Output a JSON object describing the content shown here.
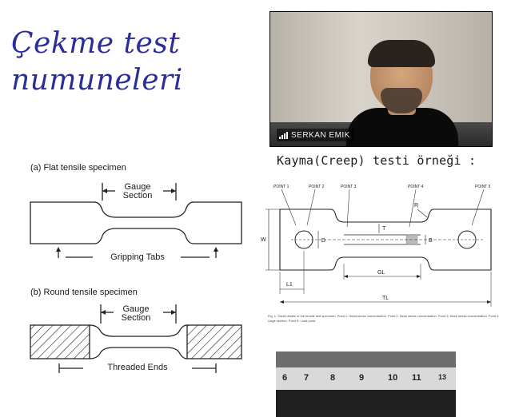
{
  "slide": {
    "title_line1": "Çekme test",
    "title_line2": "numuneleri",
    "creep_title": "Kayma(Creep) testi örneği :"
  },
  "video": {
    "participant_name": "SERKAN EMIK",
    "icon": "signal-bars-icon"
  },
  "figure_flat": {
    "caption": "(a) Flat tensile specimen",
    "gauge_line1": "Gauge",
    "gauge_line2": "Section",
    "tabs_label": "Gripping Tabs"
  },
  "figure_round": {
    "caption": "(b) Round tensile specimen",
    "gauge_line1": "Gauge",
    "gauge_line2": "Section",
    "ends_label": "Threaded Ends"
  },
  "creep_drawing": {
    "points": [
      "POINT 1",
      "POINT 2",
      "POINT 3",
      "POINT 4",
      "POINT 5"
    ],
    "dims": [
      "W",
      "D",
      "T",
      "B",
      "R",
      "GL",
      "L1",
      "TL"
    ],
    "caption": "Fig. 1. Small details of the tensile test specimen. Point 1: Head stress concentration. Point 2: Neck stress concentration. Point 3: Neck stress concentration. Point 4: Gage section. Point 5: Load point."
  },
  "ruler_photo": {
    "numbers": [
      "6",
      "7",
      "8",
      "9",
      "10",
      "11",
      "13"
    ]
  }
}
